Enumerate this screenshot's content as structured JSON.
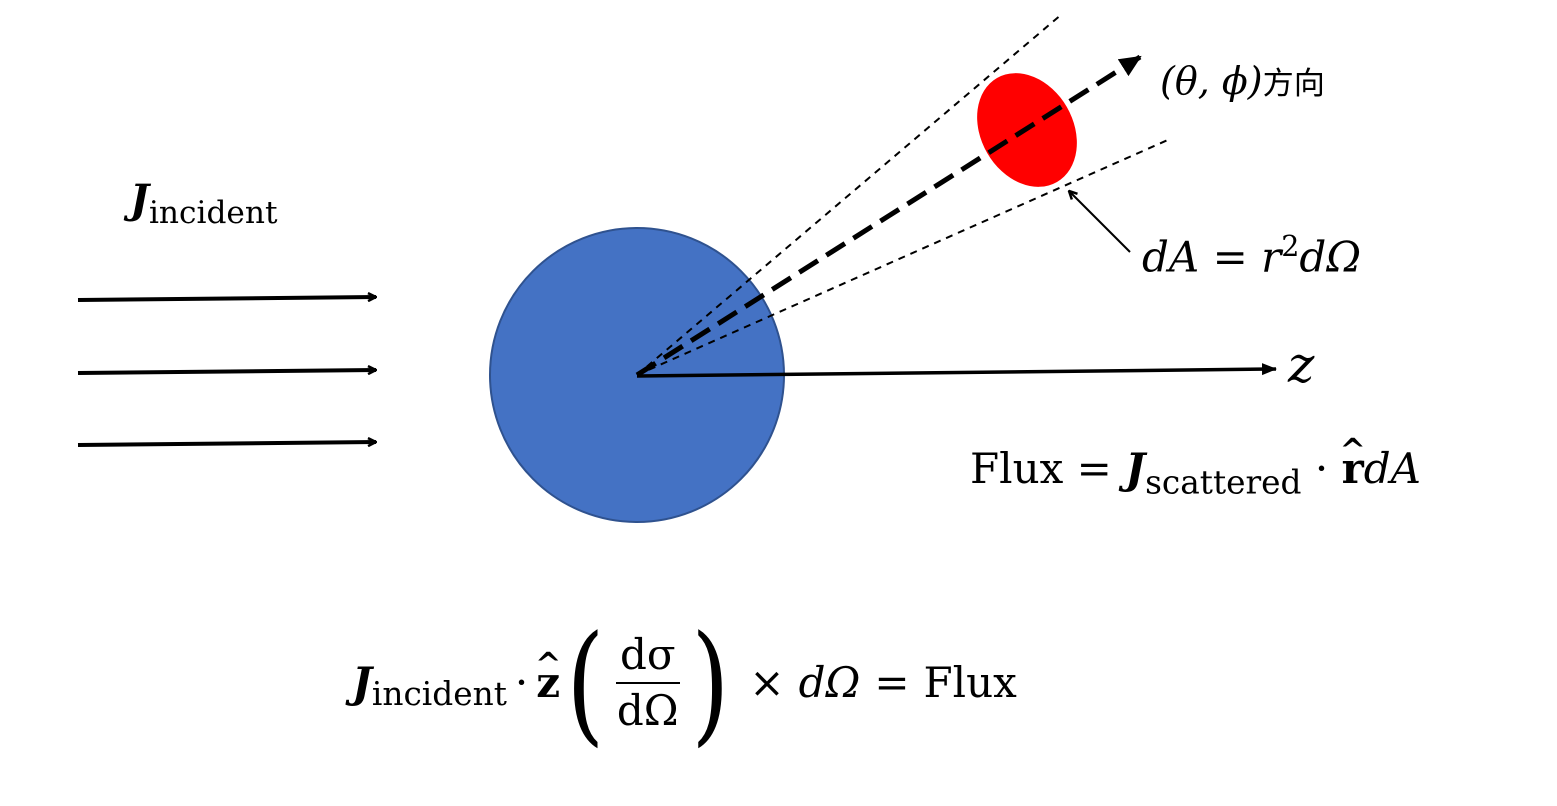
{
  "diagram": {
    "incident_label": {
      "symbol": "J",
      "subscript": "incident"
    },
    "direction_label": {
      "coords": "(θ, ϕ)",
      "suffix": "方向"
    },
    "area_label": {
      "lhs": "dA",
      "eq": "=",
      "r": "r",
      "exp": "2",
      "domega": "dΩ"
    },
    "axis_label": "z",
    "flux_definition": {
      "lhs": "Flux",
      "eq": "=",
      "symbol": "J",
      "subscript": "scattered",
      "dot": "·",
      "unit_vector": "r",
      "tail": "dA"
    },
    "cross_section_equation": {
      "symbol": "J",
      "subscript": "incident",
      "dot": "·",
      "unit_vector": "z",
      "open_paren": "(",
      "numerator": "dσ",
      "denominator": "dΩ",
      "close_paren": ")",
      "times": "×",
      "domega": "dΩ",
      "eq": "=",
      "rhs": "Flux"
    },
    "colors": {
      "target_fill": "#4472c4",
      "target_stroke": "#2f528f",
      "detector_fill": "#ff0000",
      "lines": "#000000"
    }
  }
}
